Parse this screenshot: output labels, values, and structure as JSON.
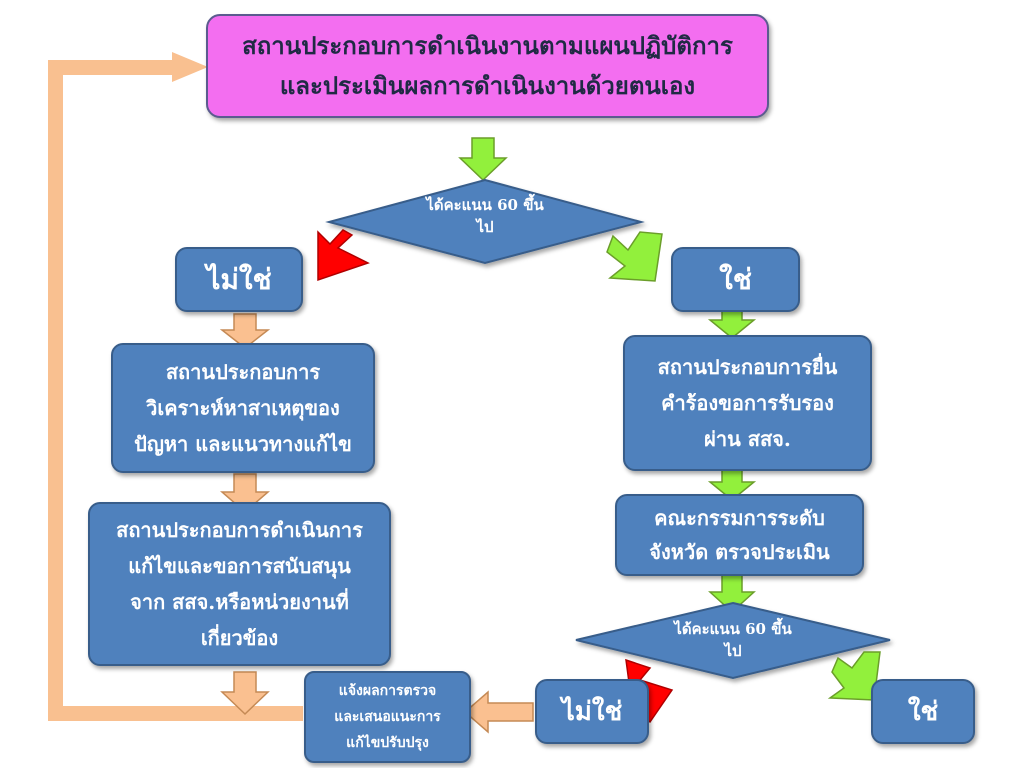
{
  "title": {
    "line1": "สถานประกอบการดำเนินงานตามแผนปฏิบัติการ",
    "line2": "และประเมินผลการดำเนินงานด้วยตนเอง"
  },
  "decision1": {
    "line1": "ได้คะแนน",
    "line2": "60 ขึ้นไป"
  },
  "no1": "ไม่ใช่",
  "yes1": "ใช่",
  "left_steps": {
    "analyze": [
      "สถานประกอบการ",
      "วิเคราะห์หาสาเหตุของ",
      "ปัญหา และแนวทางแก้ไข"
    ],
    "implement": [
      "สถานประกอบการดำเนินการ",
      "แก้ไขและขอการสนับสนุน",
      "จาก สสจ.หรือหน่วยงานที่",
      "เกี่ยวข้อง"
    ]
  },
  "right_steps": {
    "apply": [
      "สถานประกอบการยื่น",
      "คำร้องขอการรับรอง",
      "ผ่าน สสจ."
    ],
    "committee": [
      "คณะกรรมการระดับ",
      "จังหวัด ตรวจประเมิน"
    ]
  },
  "decision2": {
    "line1": "ได้คะแนน",
    "line2": "60 ขึ้นไป"
  },
  "no2": "ไม่ใช่",
  "yes2": "ใช่",
  "notify": [
    "แจ้งผลการตรวจ",
    "และเสนอแนะการ",
    "แก้ไขปรับปรุง"
  ],
  "colors": {
    "box_fill": "#4f81bd",
    "title_fill": "#f36ef0",
    "arrow_green": "#92f03c",
    "arrow_red": "#ff0000",
    "arrow_orange": "#fac090",
    "loop_line": "#f9c090"
  }
}
